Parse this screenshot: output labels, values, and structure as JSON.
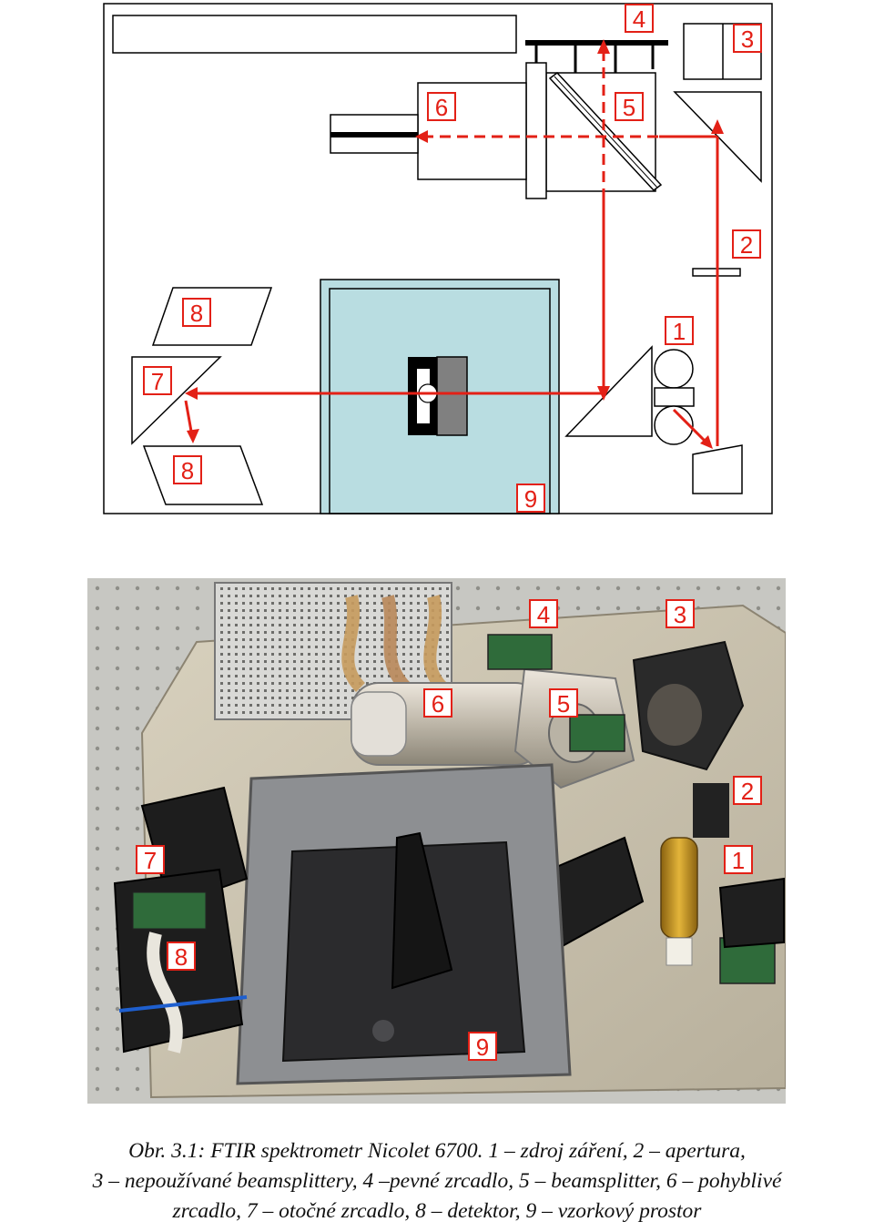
{
  "diagram_labels": [
    "1",
    "2",
    "3",
    "4",
    "5",
    "6",
    "7",
    "8",
    "8",
    "9"
  ],
  "photo_labels": [
    "4",
    "3",
    "6",
    "5",
    "2",
    "7",
    "1",
    "8",
    "9"
  ],
  "caption": {
    "line1": "Obr. 3.1: FTIR spektrometr Nicolet 6700. 1 – zdroj záření, 2 – apertura,",
    "line2": "3 – nepoužívané beamsplittery, 4 –pevné zrcadlo, 5 – beamsplitter, 6 – pohyblivé",
    "line3": "zrcadlo, 7 – otočné zrcadlo, 8 – detektor, 9 – vzorkový prostor"
  },
  "colors": {
    "beam": "#e32016",
    "sample_compartment": "#b9dde1",
    "outline": "#000000"
  }
}
